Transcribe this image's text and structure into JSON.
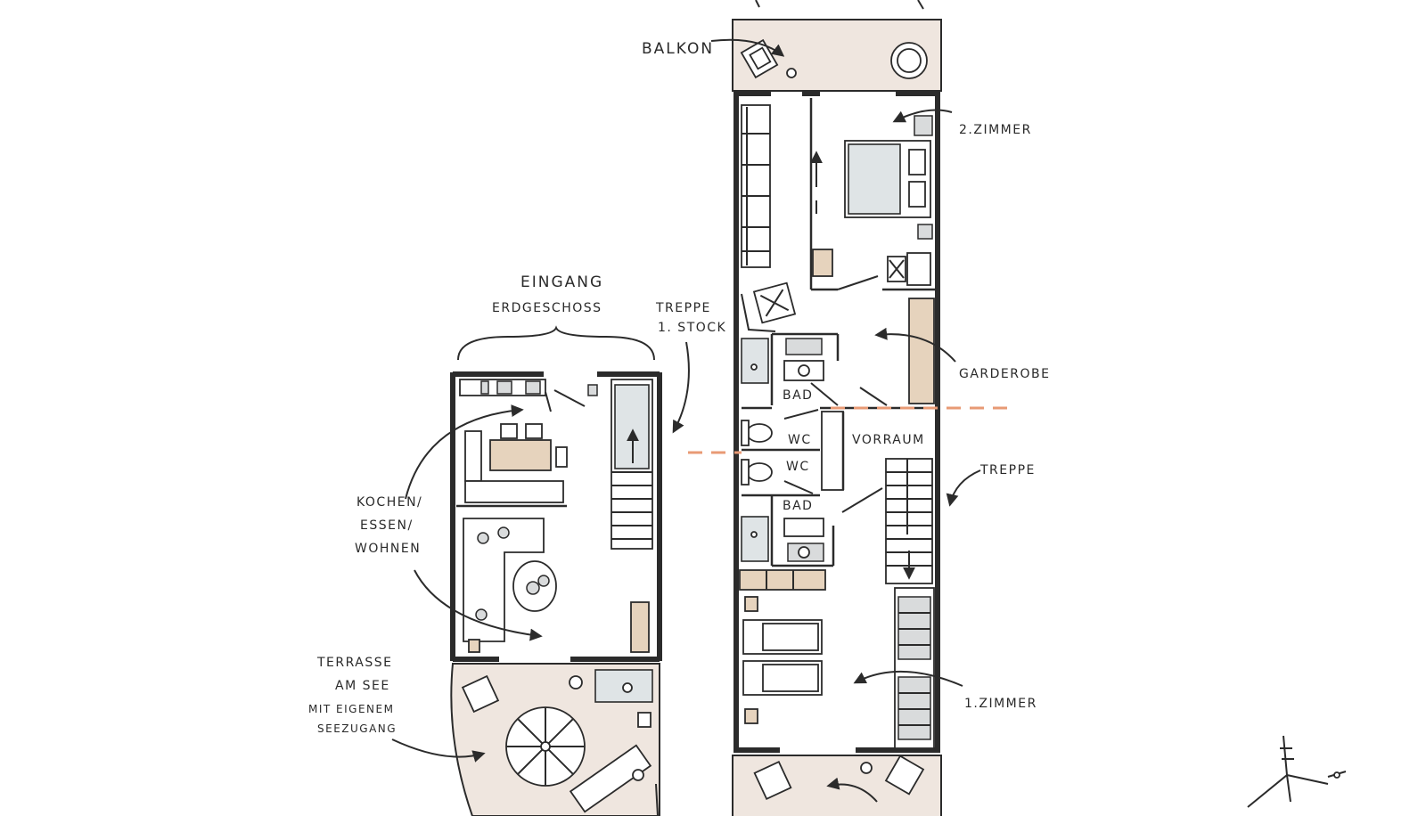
{
  "labels": {
    "balkon": "BALKON",
    "zimmer2": "2.ZIMMER",
    "eingang_1": "EINGANG",
    "eingang_2": "ERDGESCHOSS",
    "treppe_stock_1": "TREPPE",
    "treppe_stock_2": "1. STOCK",
    "garderobe": "GARDEROBE",
    "bad_upper": "BAD",
    "wc_upper": "WC",
    "vorraum": "VORRAUM",
    "wc_lower": "WC",
    "treppe": "TREPPE",
    "bad_lower": "BAD",
    "kochen_1": "KOCHEN/",
    "kochen_2": "ESSEN/",
    "kochen_3": "WOHNEN",
    "terrasse_1": "TERRASSE",
    "terrasse_2": "AM SEE",
    "terrasse_3": "MIT EIGENEM",
    "terrasse_4": "SEEZUGANG",
    "zimmer1": "1.ZIMMER"
  },
  "colors": {
    "wall": "#2b2b2b",
    "terrace_floor": "#efe6df",
    "wood": "#e6d3bd",
    "section_line": "#e89a75"
  }
}
